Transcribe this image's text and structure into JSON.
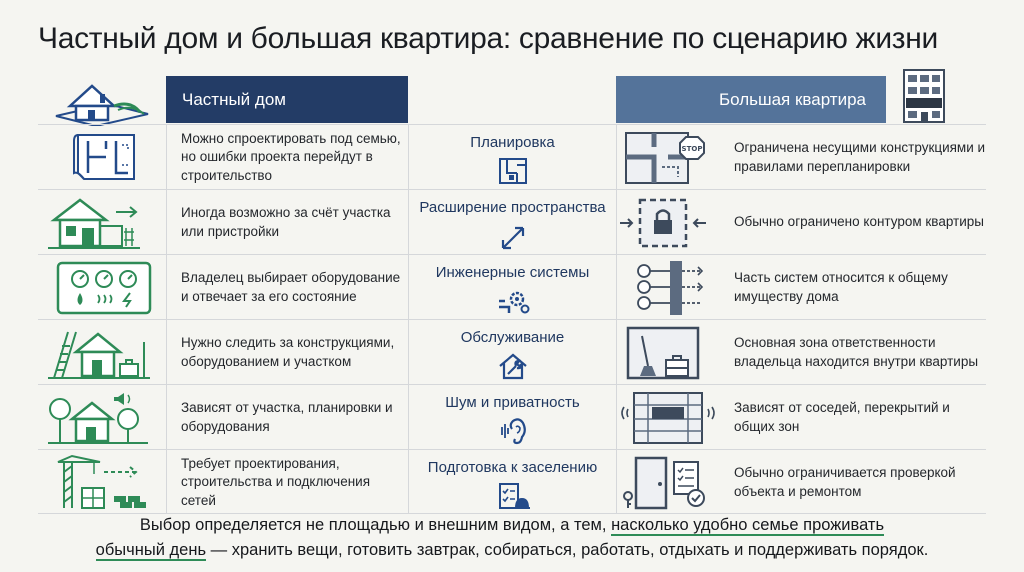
{
  "title": "Частный дом и большая квартира: сравнение по сценарию жизни",
  "header": {
    "left": "Частный дом",
    "right": "Большая квартира"
  },
  "rows": [
    {
      "aspect": "Планировка",
      "house": "Можно спроектировать под семью, но ошибки проекта перейдут в строительство",
      "apartment": "Ограничена несущими конструкциями и правилами перепланировки",
      "stop_sign": "STOP"
    },
    {
      "aspect": "Расширение пространства",
      "house": "Иногда возможно за счёт участка или пристройки",
      "apartment": "Обычно ограничено контуром квартиры"
    },
    {
      "aspect": "Инженерные системы",
      "house": "Владелец выбирает оборудование и отвечает за его состояние",
      "apartment": "Часть систем относится к общему имуществу дома"
    },
    {
      "aspect": "Обслуживание",
      "house": "Нужно следить за конструкциями, оборудованием и участком",
      "apartment": "Основная зона ответственности владельца находится внутри квартиры"
    },
    {
      "aspect": "Шум и приватность",
      "house": "Зависят от участка, планировки и оборудования",
      "apartment": "Зависят от соседей, перекрытий и общих зон"
    },
    {
      "aspect": "Подготовка к заселению",
      "house": "Требует проектирования, строительства и подключения сетей",
      "apartment": "Обычно ограничивается проверкой объекта и ремонтом"
    }
  ],
  "footer": {
    "part1": "Выбор определяется не площадью и внешним видом, а тем,",
    "highlight1": "насколько удобно семье проживать",
    "highlight2": "обычный день",
    "part2": "— хранить вещи, готовить завтрак, собираться, работать, отдыхать и поддерживать порядок."
  },
  "colors": {
    "house_header": "#233c66",
    "apartment_header": "#54739a",
    "house_icons": "#2e8b57",
    "apartment_icons": "#3d4a5c",
    "aspect_text": "#203860"
  }
}
